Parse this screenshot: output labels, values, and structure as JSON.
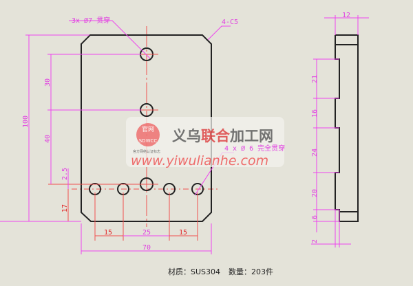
{
  "front_view": {
    "callout_holes7": "3x Ø7 贯穿",
    "callout_chamfer": "4-C5",
    "callout_holes6": "4 x Ø 6 完全贯穿",
    "dims": {
      "height": "100",
      "d30": "30",
      "d40": "40",
      "d2_5": "2.5",
      "d17": "17",
      "d15a": "15",
      "d25": "25",
      "d15b": "15",
      "width": "70"
    }
  },
  "side_view": {
    "dims": {
      "thick": "12",
      "d21": "21",
      "d16": "16",
      "d24": "24",
      "d20": "20",
      "d6": "6",
      "d2": "2"
    }
  },
  "watermark": {
    "brand_part1": "义乌",
    "brand_part2": "联合",
    "brand_part3": "加工网",
    "url": "www.yiwulianhe.com",
    "seal_top": "官网",
    "seal_bottom": "SDWCC",
    "subtitle": "官方网络认证标志"
  },
  "footer": {
    "material_label": "材质：",
    "material": "SUS304",
    "qty_label": "数量：",
    "qty": "203件"
  },
  "colors": {
    "dimension": "#ee44ee",
    "centerline": "#f05050",
    "object": "#222222",
    "background": "#e4e3d9"
  }
}
